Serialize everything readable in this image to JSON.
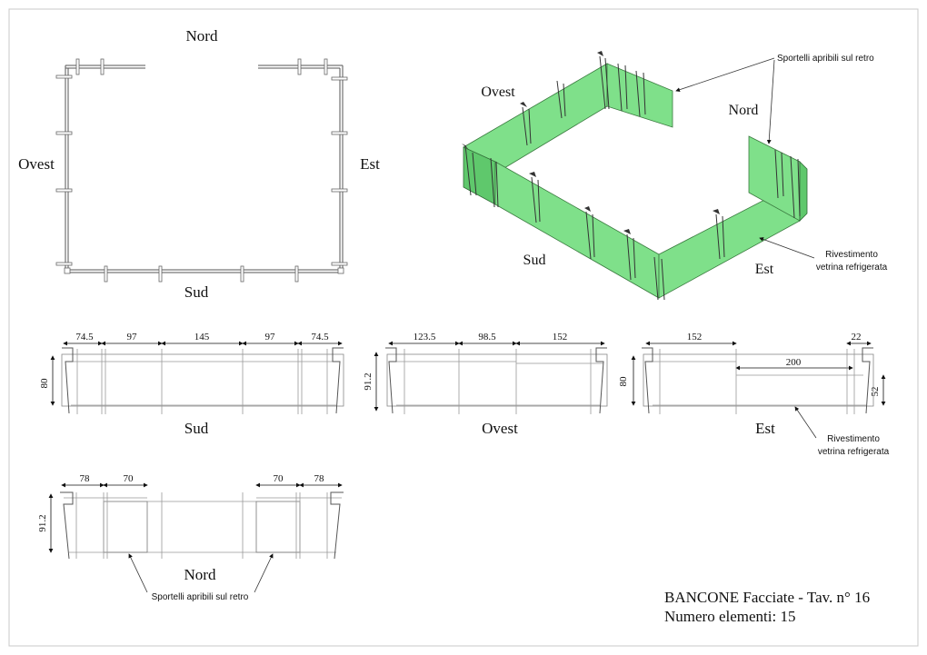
{
  "plan": {
    "nord": "Nord",
    "ovest": "Ovest",
    "est": "Est",
    "sud": "Sud"
  },
  "iso": {
    "ovest": "Ovest",
    "nord": "Nord",
    "sud": "Sud",
    "est": "Est",
    "note_sportelli": "Sportelli apribili sul retro",
    "note_rivest_1": "Rivestimento",
    "note_rivest_2": "vetrina refrigerata"
  },
  "sud_elev": {
    "label": "Sud",
    "d1": "74.5",
    "d2": "97",
    "d3": "145",
    "d4": "97",
    "d5": "74.5",
    "h": "80"
  },
  "ovest_elev": {
    "label": "Ovest",
    "d1": "123.5",
    "d2": "98.5",
    "d3": "152",
    "h": "91.2"
  },
  "est_elev": {
    "label": "Est",
    "d1": "152",
    "d2": "22",
    "d3": "200",
    "h": "80",
    "h2": "52",
    "note_1": "Rivestimento",
    "note_2": "vetrina refrigerata"
  },
  "nord_elev": {
    "label": "Nord",
    "d1": "78",
    "d2": "70",
    "d3": "70",
    "d4": "78",
    "h": "91.2",
    "note": "Sportelli apribili sul retro"
  },
  "title": {
    "line1": "BANCONE Facciate - Tav. n° 16",
    "line2": "Numero elementi: 15"
  },
  "colors": {
    "panel": "#7fe08a",
    "panel_dark": "#5fc86c",
    "frame": "#cccccc"
  }
}
